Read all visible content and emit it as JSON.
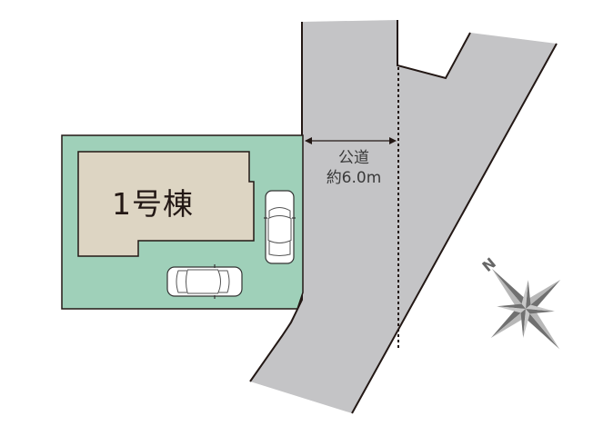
{
  "site_plan": {
    "lot": {
      "label": "1号棟",
      "fill_color": "#9fd0b9",
      "building_color": "#ddd5c3"
    },
    "road": {
      "label_line1": "公道",
      "label_line2": "約6.0m",
      "fill_color": "#c4c4c6"
    },
    "parking": [
      {
        "orientation": "vertical",
        "description": "car-parking-space-1"
      },
      {
        "orientation": "horizontal",
        "description": "car-parking-space-2"
      }
    ],
    "compass": {
      "north_label": "N",
      "icon": "compass-rose-icon",
      "color": "#707070"
    }
  }
}
